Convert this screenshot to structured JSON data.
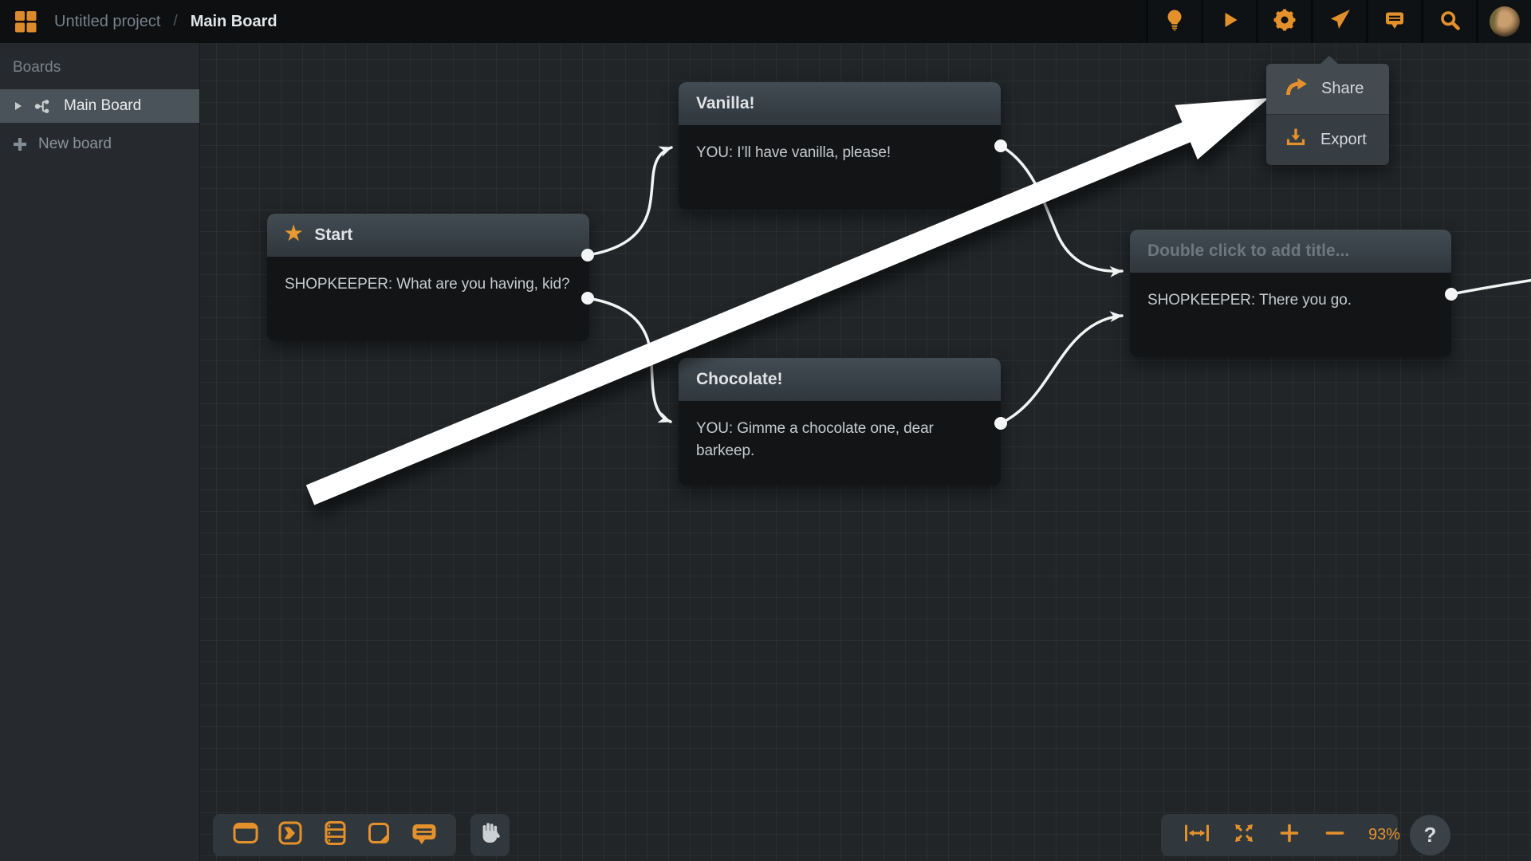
{
  "app": {
    "project_name": "Untitled project",
    "separator": "/",
    "board_name": "Main Board"
  },
  "topbar": {
    "icons": [
      "apps-grid-icon",
      "idea-bulb-icon",
      "play-icon",
      "settings-gear-icon",
      "share-send-icon",
      "comments-icon",
      "search-icon",
      "user-avatar"
    ]
  },
  "sidebar": {
    "heading": "Boards",
    "items": [
      {
        "label": "Main Board",
        "selected": true
      }
    ],
    "new_board_label": "New board"
  },
  "share_menu": {
    "items": [
      {
        "label": "Share",
        "icon": "share-arrow-icon"
      },
      {
        "label": "Export",
        "icon": "download-icon"
      }
    ]
  },
  "board": {
    "nodes": [
      {
        "title": "Start",
        "has_star": true,
        "body": "SHOPKEEPER: What are you having, kid?"
      },
      {
        "title": "Vanilla!",
        "body": "YOU: I’ll have vanilla, please!"
      },
      {
        "title": "Chocolate!",
        "body": "YOU: Gimme a chocolate one, dear barkeep."
      },
      {
        "title": "Double click to add title...",
        "placeholder": true,
        "body": "SHOPKEEPER: There you go."
      }
    ]
  },
  "bottom_toolbar": {
    "icons": [
      "element-icon",
      "branch-icon",
      "component-icon",
      "note-icon",
      "comment-icon",
      "hand-pan-icon"
    ]
  },
  "zoom_controls": {
    "icons": [
      "fit-width-icon",
      "expand-icon",
      "zoom-in-icon",
      "zoom-out-icon"
    ],
    "zoom_level": "93%",
    "help_label": "?"
  },
  "colors": {
    "accent": "#E5912B",
    "wire": "#F2F4F4",
    "canvas": "#212528"
  }
}
